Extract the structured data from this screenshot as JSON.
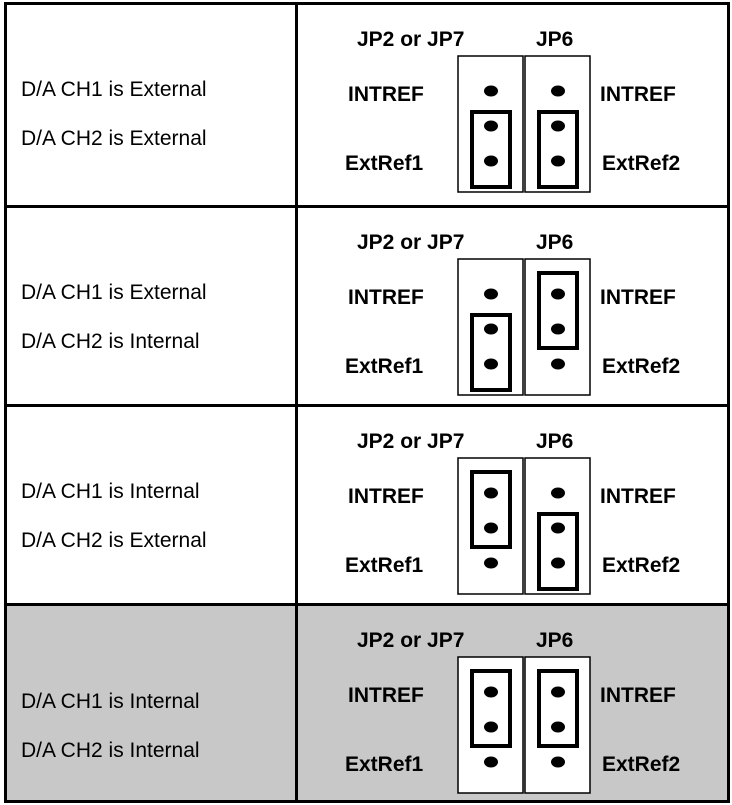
{
  "header_label": "JP2  or  JP7",
  "jp6_label": "JP6",
  "intref_label": "INTREF",
  "extref1_label": "ExtRef1",
  "extref2_label": "ExtRef2",
  "shaded_color": "#c8c8c8",
  "rows": [
    {
      "ch1": "D/A CH1 is External",
      "ch2": "D/A CH2 is External",
      "jp2_jumper": "bottom",
      "jp6_jumper": "bottom",
      "shaded": false
    },
    {
      "ch1": "D/A CH1 is External",
      "ch2": "D/A CH2 is Internal",
      "jp2_jumper": "bottom",
      "jp6_jumper": "top",
      "shaded": false
    },
    {
      "ch1": "D/A CH1 is Internal",
      "ch2": "D/A CH2 is External",
      "jp2_jumper": "top",
      "jp6_jumper": "bottom",
      "shaded": false
    },
    {
      "ch1": "D/A CH1 is Internal",
      "ch2": "D/A CH2 is Internal",
      "jp2_jumper": "top",
      "jp6_jumper": "top",
      "shaded": true
    }
  ]
}
